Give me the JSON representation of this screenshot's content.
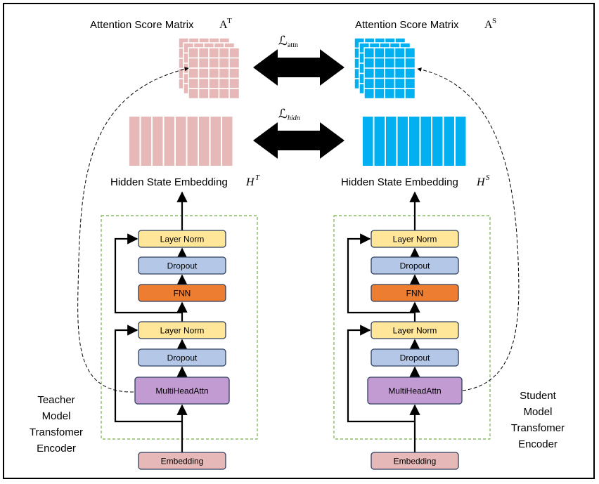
{
  "teacher": {
    "attn_title": "Attention Score Matrix",
    "attn_symbol": "A",
    "attn_sup": "T",
    "hidden_title": "Hidden State Embedding",
    "hidden_symbol": "H",
    "hidden_sup": "T",
    "caption_lines": [
      "Teacher",
      "Model",
      "Transfomer",
      "Encoder"
    ],
    "blocks": {
      "layer_norm_top": "Layer Norm",
      "dropout_top": "Dropout",
      "fnn": "FNN",
      "layer_norm_bottom": "Layer Norm",
      "dropout_bottom": "Dropout",
      "mha": "MultiHeadAttn",
      "embedding": "Embedding"
    }
  },
  "student": {
    "attn_title": "Attention Score Matrix",
    "attn_symbol": "A",
    "attn_sup": "S",
    "hidden_title": "Hidden State Embedding",
    "hidden_symbol": "H",
    "hidden_sup": "S",
    "caption_lines": [
      "Student",
      "Model",
      "Transfomer",
      "Encoder"
    ],
    "blocks": {
      "layer_norm_top": "Layer Norm",
      "dropout_top": "Dropout",
      "fnn": "FNN",
      "layer_norm_bottom": "Layer Norm",
      "dropout_bottom": "Dropout",
      "mha": "MultiHeadAttn",
      "embedding": "Embedding"
    }
  },
  "losses": {
    "attn": {
      "symbol": "ℒ",
      "sub": "attn"
    },
    "hidn": {
      "symbol": "ℒ",
      "sub": "hidn"
    }
  },
  "colors": {
    "teacher_matrix": "#e6b9b8",
    "student_matrix": "#00b0f0",
    "layer_norm": "#ffe699",
    "dropout": "#b4c7e7",
    "fnn": "#ed7d31",
    "mha": "#c39bd3",
    "embedding": "#e6b9b8",
    "encoder_border": "#70ad47"
  }
}
